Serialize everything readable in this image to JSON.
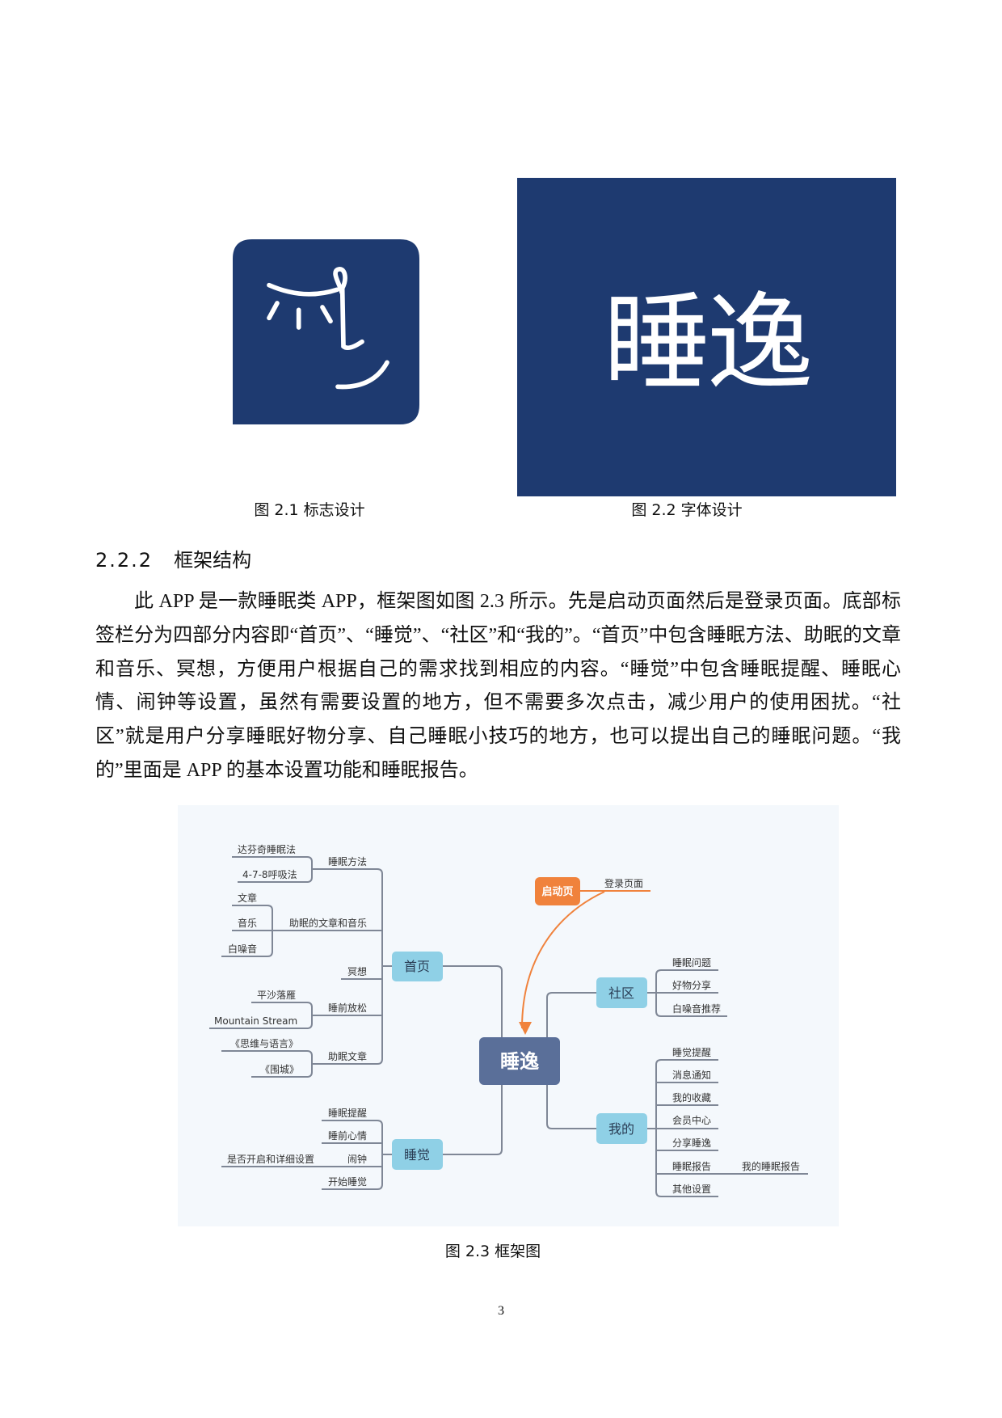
{
  "figures": {
    "logo": {
      "caption": "图 2.1  标志设计",
      "color": "#1e3a70",
      "icon": "closed-eye-smile-logo"
    },
    "font": {
      "caption": "图 2.2  字体设计",
      "lettering": "睡逸",
      "color": "#1e3a70"
    },
    "framework": {
      "caption": "图 2.3  框架图"
    }
  },
  "section": {
    "number": "2.2.2",
    "title": "框架结构"
  },
  "paragraph": "此 APP 是一款睡眠类 APP，框架图如图 2.3 所示。先是启动页面然后是登录页面。底部标签栏分为四部分内容即“首页”、“睡觉”、“社区”和“我的”。“首页”中包含睡眠方法、助眠的文章和音乐、冥想，方便用户根据自己的需求找到相应的内容。“睡觉”中包含睡眠提醒、睡眠心情、闹钟等设置，虽然有需要设置的地方，但不需要多次点击，减少用户的使用困扰。“社区”就是用户分享睡眠好物分享、自己睡眠小技巧的地方，也可以提出自己的睡眠问题。“我的”里面是 APP 的基本设置功能和睡眠报告。",
  "mindmap": {
    "colors": {
      "center": "#5a6f99",
      "tab": "#8fd0e6",
      "start": "#f0823c",
      "line": "#7f8796"
    },
    "center": "睡逸",
    "start": "启动页",
    "login": "登录页面",
    "home": {
      "label": "首页",
      "method": {
        "label": "睡眠方法",
        "children": [
          "达芬奇睡眠法",
          "4-7-8呼吸法"
        ]
      },
      "media": {
        "label": "助眠的文章和音乐",
        "children": [
          "文章",
          "音乐",
          "白噪音"
        ]
      },
      "meditate": "冥想",
      "relax": {
        "label": "睡前放松",
        "children": [
          "平沙落雁",
          "Mountain Stream"
        ]
      },
      "articles": {
        "label": "助眠文章",
        "children": [
          "《思维与语言》",
          "《围城》"
        ]
      }
    },
    "sleep": {
      "label": "睡觉",
      "children": [
        "睡眠提醒",
        "睡前心情",
        "闹钟",
        "开始睡觉"
      ],
      "alarm_detail": "是否开启和详细设置"
    },
    "community": {
      "label": "社区",
      "children": [
        "睡眠问题",
        "好物分享",
        "白噪音推荐"
      ]
    },
    "mine": {
      "label": "我的",
      "children": [
        "睡觉提醒",
        "消息通知",
        "我的收藏",
        "会员中心",
        "分享睡逸",
        "睡眠报告",
        "其他设置"
      ],
      "report_detail": "我的睡眠报告"
    }
  },
  "page_number": "3"
}
